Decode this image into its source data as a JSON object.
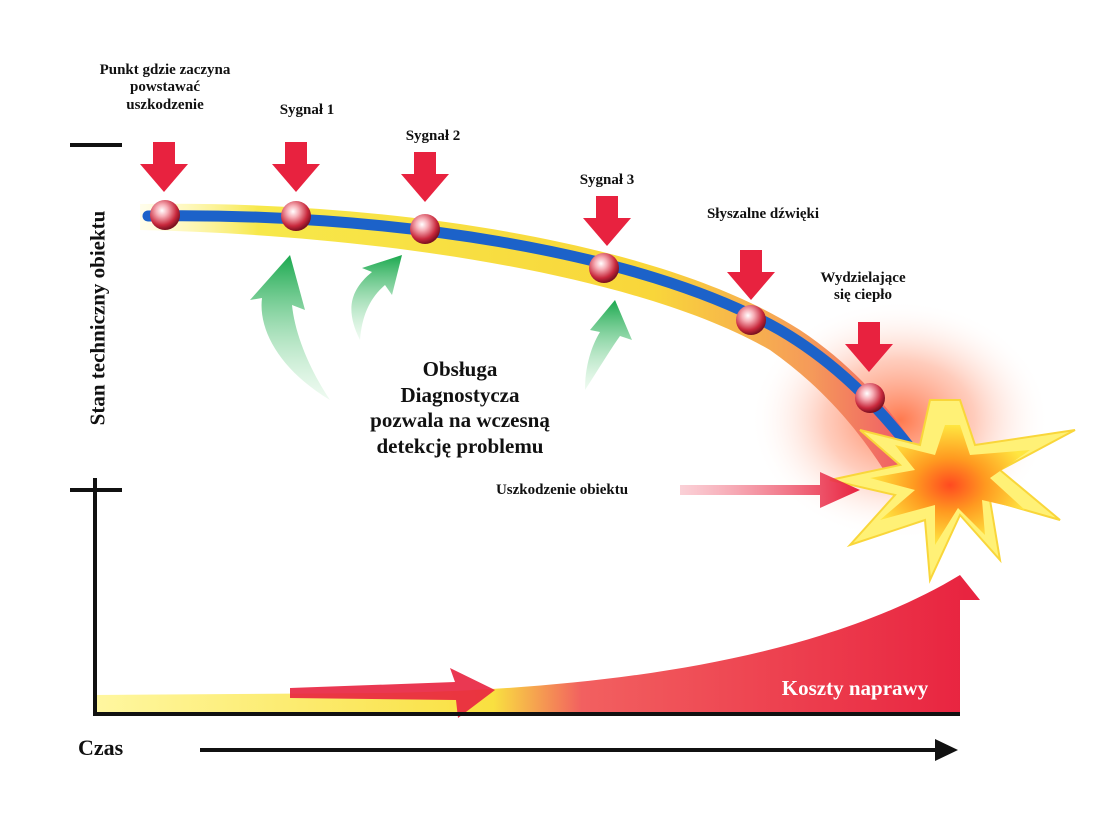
{
  "labels": {
    "damage_start": [
      "Punkt gdzie zaczyna",
      "powstawać",
      "uszkodzenie"
    ],
    "signal1": "Sygnał 1",
    "signal2": "Sygnał 2",
    "signal3": "Sygnał 3",
    "audible": "Słyszalne dźwięki",
    "heat": [
      "Wydzielające",
      "się ciepło"
    ],
    "center": [
      "Obsługa",
      "Diagnostycza",
      "pozwala na wczesną",
      "detekcję problemu"
    ],
    "failure": "Uszkodzenie obiektu",
    "y_axis": "Stan techniczny obiektu",
    "x_axis": "Czas",
    "cost": "Koszty naprawy"
  },
  "colors": {
    "band": "#f6e640",
    "curve": "#1c62c9",
    "arrow_red": "#e8223f",
    "arrow_green": "#1fae5a",
    "axis": "#111111"
  }
}
